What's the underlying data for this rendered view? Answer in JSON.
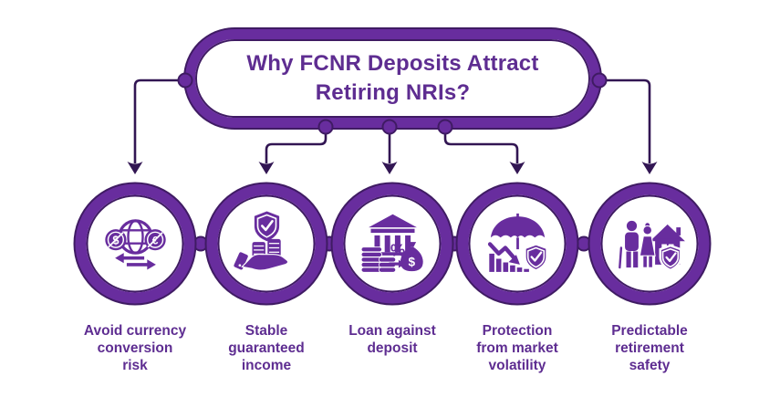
{
  "title": {
    "text": "Why FCNR Deposits Attract\nRetiring NRIs?"
  },
  "nodes": [
    {
      "icon": "currency-exchange-globe-icon",
      "label": "Avoid currency\nconversion\nrisk"
    },
    {
      "icon": "hand-holding-coins-shield-icon",
      "label": "Stable\nguaranteed\nincome"
    },
    {
      "icon": "bank-loan-money-bag-icon",
      "label": "Loan against\ndeposit"
    },
    {
      "icon": "umbrella-market-volatility-icon",
      "label": "Protection\nfrom market\nvolatility"
    },
    {
      "icon": "retired-couple-house-shield-icon",
      "label": "Predictable\nretirement\nsafety"
    }
  ],
  "colors": {
    "purple": "#682D9E",
    "dark_purple_outline": "#3F1B63",
    "connector_line": "#321653",
    "text_purple": "#5E2D91",
    "background": "#FFFFFF"
  }
}
